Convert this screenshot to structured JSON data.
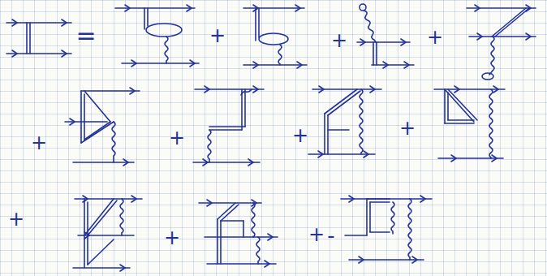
{
  "diagram": {
    "labels": [
      "=",
      "+",
      "+",
      "+",
      "+",
      "+",
      "+",
      "+",
      "+",
      "+",
      "+",
      "-"
    ]
  }
}
